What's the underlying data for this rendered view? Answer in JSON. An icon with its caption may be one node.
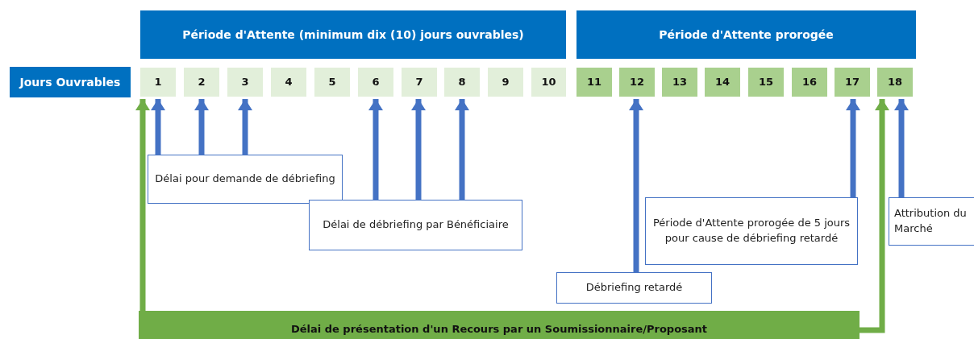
{
  "diagram": {
    "nodes": [
      {
        "text": [
          "Période d'Attente (minimum dix (10) jours ouvrables)"
        ]
      },
      {
        "text": [
          "Période d'Attente prorogée"
        ]
      },
      {
        "text": [
          "Jours Ouvrables"
        ]
      },
      {
        "text": [
          "1"
        ]
      },
      {
        "text": [
          "2"
        ]
      },
      {
        "text": [
          "3"
        ]
      },
      {
        "text": [
          "4"
        ]
      },
      {
        "text": [
          "5"
        ]
      },
      {
        "text": [
          "6"
        ]
      },
      {
        "text": [
          "7"
        ]
      },
      {
        "text": [
          "8"
        ]
      },
      {
        "text": [
          "9"
        ]
      },
      {
        "text": [
          "10"
        ]
      },
      {
        "text": [
          "11"
        ]
      },
      {
        "text": [
          "12"
        ]
      },
      {
        "text": [
          "13"
        ]
      },
      {
        "text": [
          "14"
        ]
      },
      {
        "text": [
          "15"
        ]
      },
      {
        "text": [
          "16"
        ]
      },
      {
        "text": [
          "17"
        ]
      },
      {
        "text": [
          "18"
        ]
      },
      {
        "text": [
          "Délai pour demande de débriefing"
        ]
      },
      {
        "text": [
          "Délai de débriefing par Bénéficiaire"
        ]
      },
      {
        "text": [
          "Débriefing retardé"
        ]
      },
      {
        "text": [
          "Période d'Attente prorogée de 5 jours pour cause de débriefing retardé"
        ]
      },
      {
        "text": [
          "Attribution du Marché"
        ]
      },
      {
        "text": [
          "Délai de présentation d'un Recours par un Soumissionnaire/Proposant"
        ]
      }
    ],
    "edges": [
      {
        "from": 21,
        "to": 3,
        "arrow": "to"
      },
      {
        "from": 21,
        "to": 4,
        "arrow": "to"
      },
      {
        "from": 21,
        "to": 5,
        "arrow": "to"
      },
      {
        "from": 22,
        "to": 8,
        "arrow": "to"
      },
      {
        "from": 22,
        "to": 9,
        "arrow": "to"
      },
      {
        "from": 22,
        "to": 10,
        "arrow": "to"
      },
      {
        "from": 23,
        "to": 14,
        "arrow": "to"
      },
      {
        "from": 24,
        "to": 19,
        "arrow": "to"
      },
      {
        "from": 25,
        "to": 20,
        "arrow": "to"
      },
      {
        "from": 26,
        "to": 3,
        "arrow": "to",
        "color": "#70ad47"
      },
      {
        "from": 26,
        "to": 20,
        "arrow": "to",
        "color": "#70ad47"
      }
    ]
  }
}
